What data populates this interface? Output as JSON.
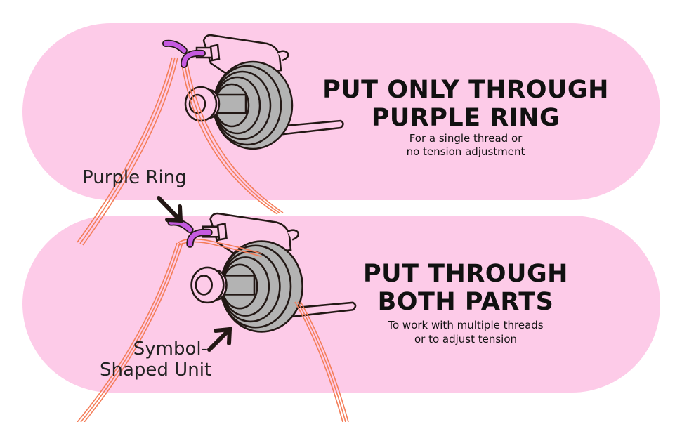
{
  "colors": {
    "panel": "#fdcbe8",
    "ring": "#c55ae0",
    "thread": "#f47e5a",
    "disc": "#b3b3b3",
    "ink": "#231815"
  },
  "panel_top": {
    "heading_line1": "PUT ONLY THROUGH",
    "heading_line2": "PURPLE RING",
    "sub_line1": "For a single thread or",
    "sub_line2": "no tension adjustment"
  },
  "panel_bottom": {
    "heading_line1": "PUT THROUGH",
    "heading_line2": "BOTH PARTS",
    "sub_line1": "To work with multiple threads",
    "sub_line2": "or to adjust tension"
  },
  "labels": {
    "purple_ring": "Purple Ring",
    "unit_line1": "Symbol-",
    "unit_line2": "Shaped Unit"
  }
}
